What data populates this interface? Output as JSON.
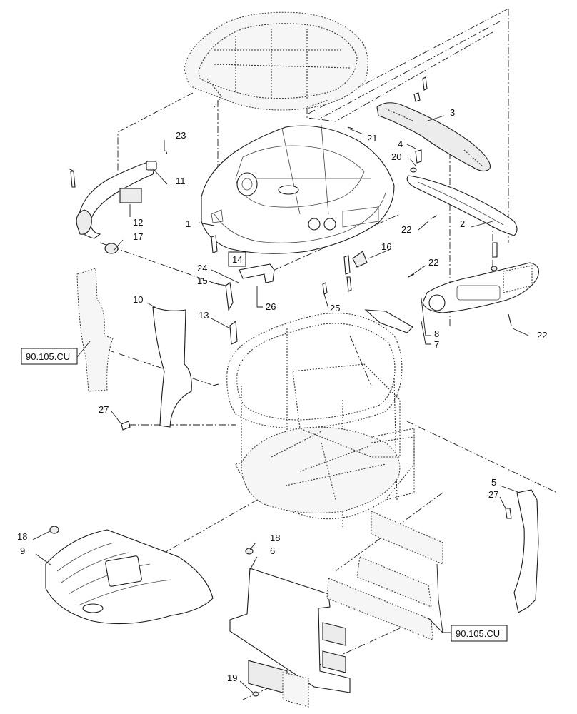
{
  "callouts": {
    "c1": "1",
    "c2": "2",
    "c3": "3",
    "c4": "4",
    "c5": "5",
    "c6": "6",
    "c7": "7",
    "c8": "8",
    "c9": "9",
    "c10": "10",
    "c11": "11",
    "c12": "12",
    "c13": "13",
    "c14": "14",
    "c15": "15",
    "c16": "16",
    "c17": "17",
    "c18a": "18",
    "c18b": "18",
    "c19": "19",
    "c20": "20",
    "c21": "21",
    "c22a": "22",
    "c22b": "22",
    "c22c": "22",
    "c23": "23",
    "c24": "24",
    "c25": "25",
    "c26": "26",
    "c27a": "27",
    "c27b": "27"
  },
  "references": {
    "left": "90.105.CU",
    "right": "90.105.CU"
  }
}
